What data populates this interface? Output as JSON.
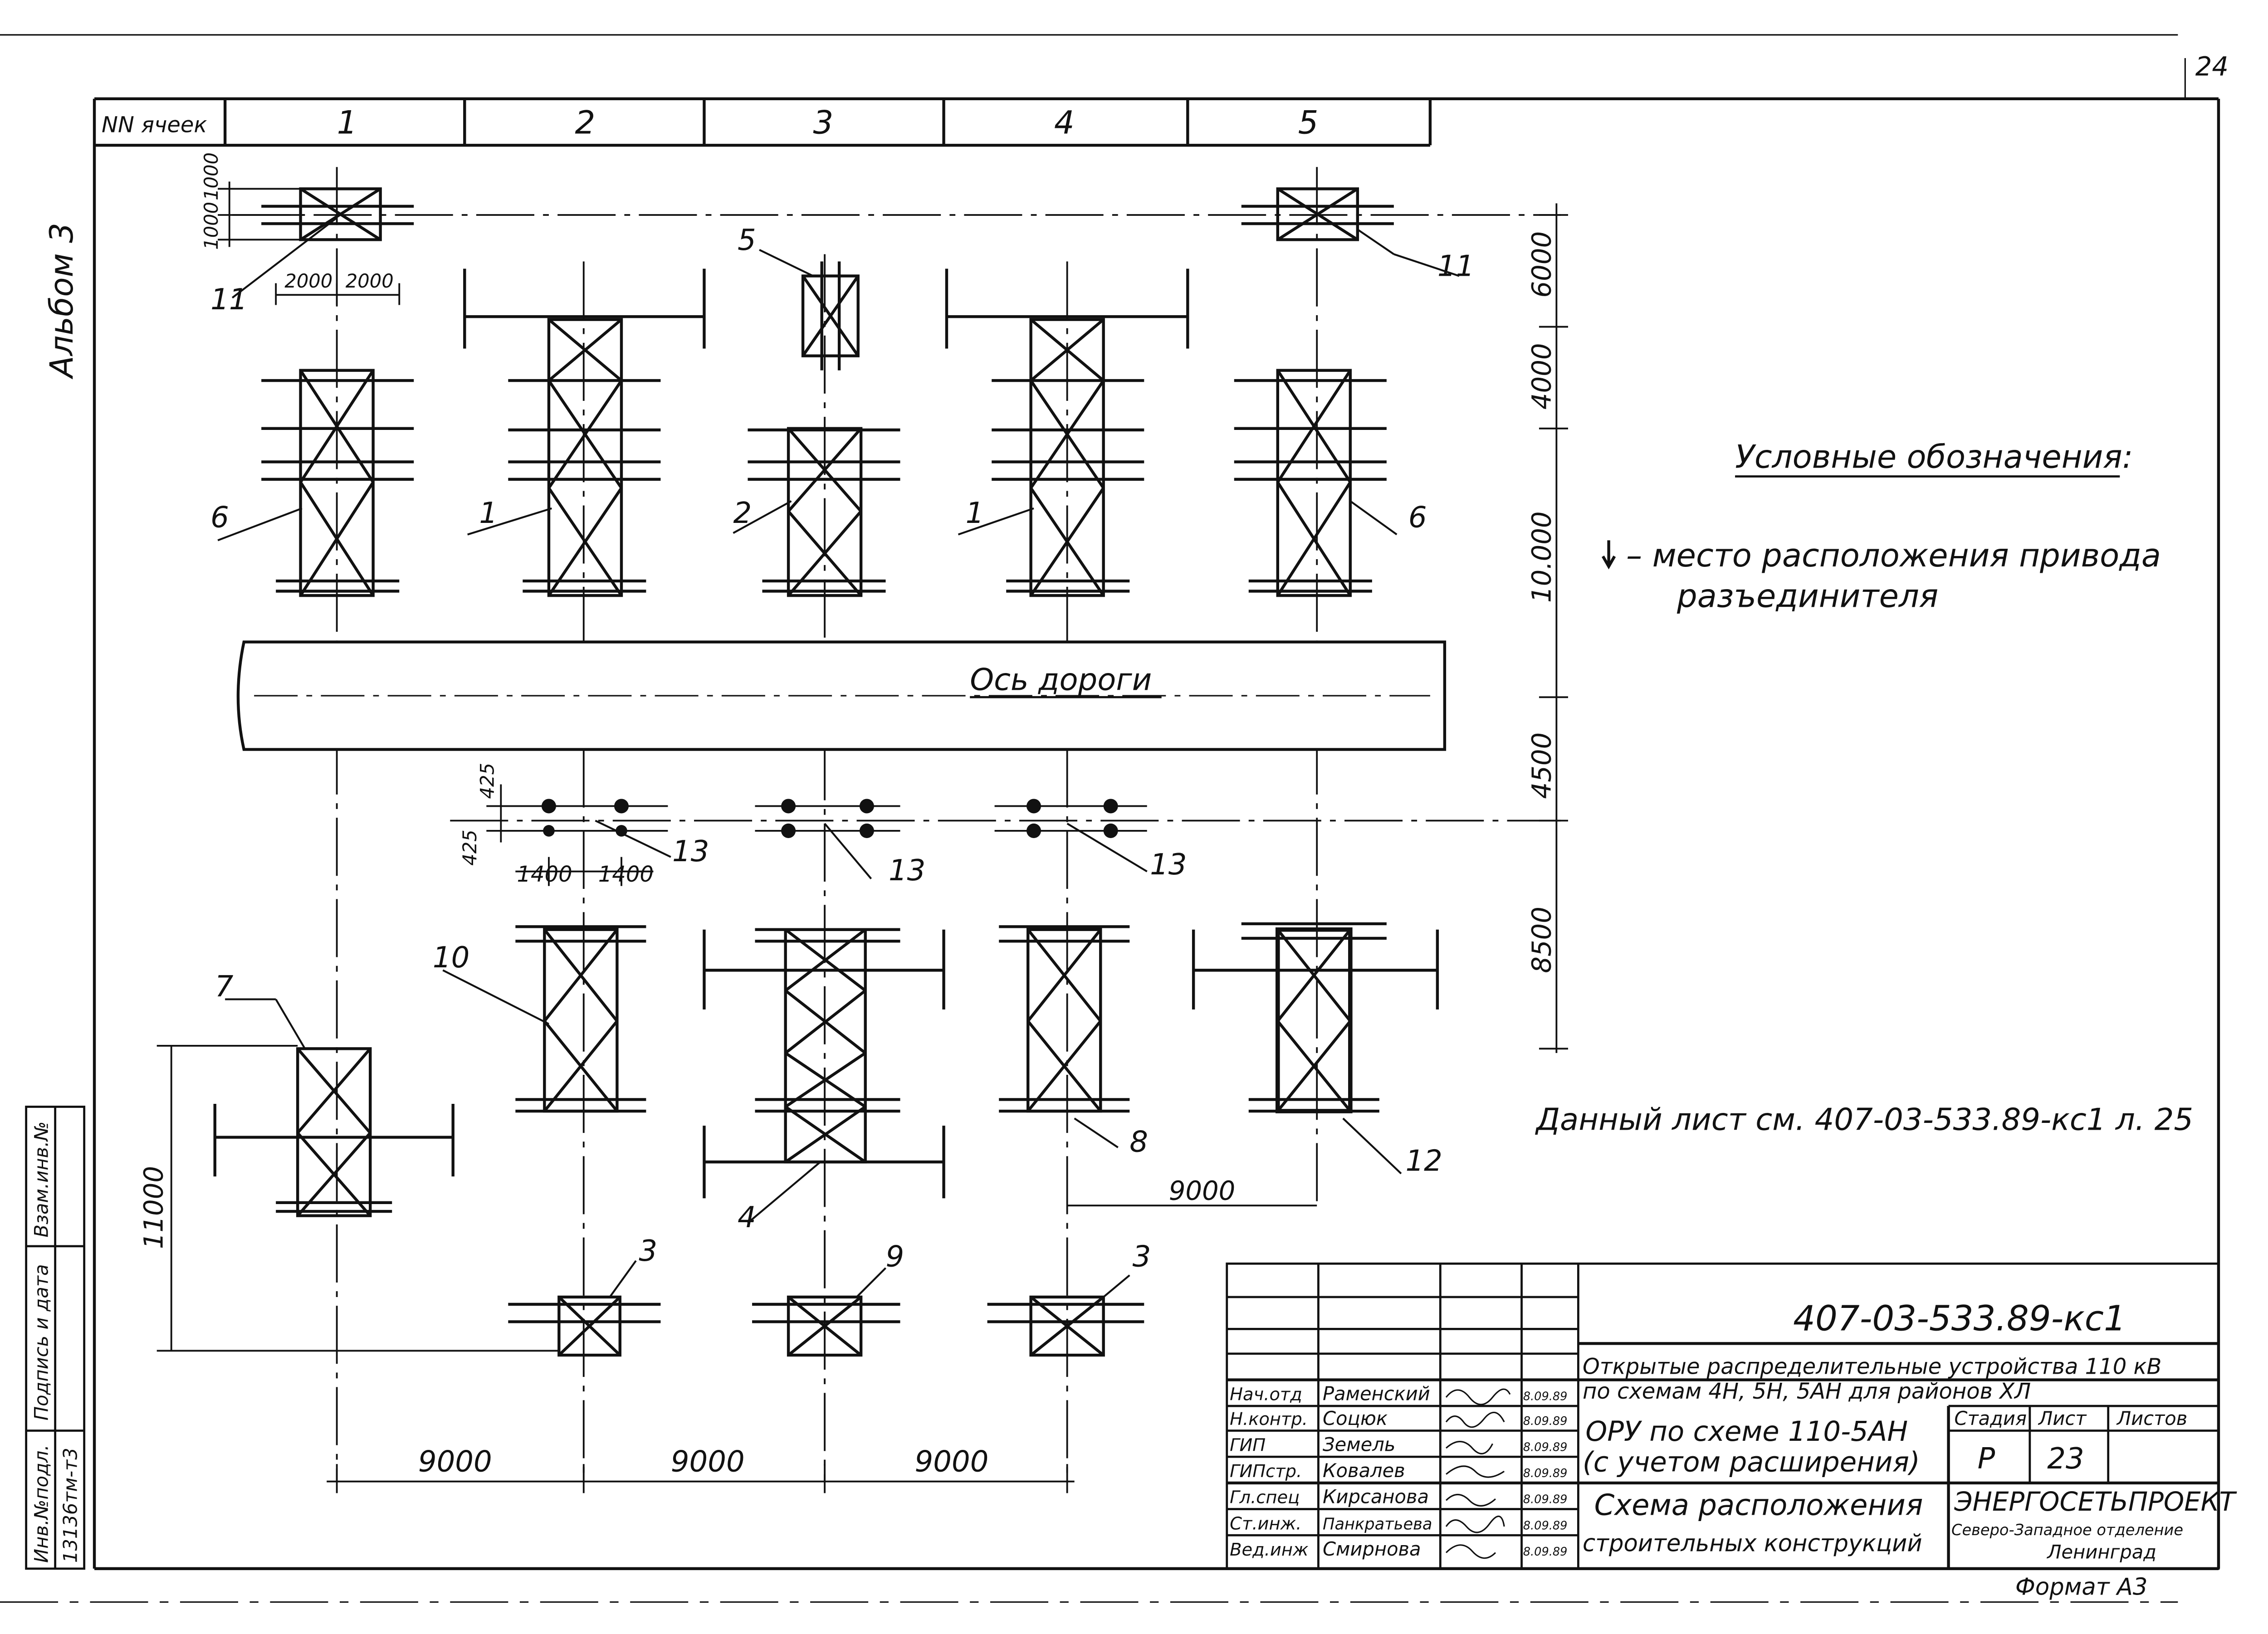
{
  "sheet_number": "24",
  "album_label": "Альбом 3",
  "cells_header": {
    "label": "NN ячеек",
    "cells": [
      "1",
      "2",
      "3",
      "4",
      "5"
    ]
  },
  "road_label": "Ось дороги",
  "legend": {
    "title": "Условные обозначения:",
    "line1": "– место расположения привода",
    "line2": "разъединителя"
  },
  "reference_note": "Данный лист см. 407-03-533.89-кс1 л. 25",
  "dimensions": {
    "d1000_top": "1000",
    "d1000_bottom": "1000",
    "d2000_left": "2000",
    "d2000_right": "2000",
    "d6000": "6000",
    "d4000": "4000",
    "d10000": "10.000",
    "d4500": "4500",
    "d8500": "8500",
    "d425_top": "425",
    "d425_bottom": "425",
    "d1400_left": "1400",
    "d1400_right": "1400",
    "d11000": "11000",
    "d9000_right": "9000",
    "d9000_bottom_1": "9000",
    "d9000_bottom_2": "9000",
    "d9000_bottom_3": "9000"
  },
  "callouts": {
    "c1a": "1",
    "c1b": "1",
    "c2": "2",
    "c3a": "3",
    "c3b": "3",
    "c4": "4",
    "c5": "5",
    "c6a": "6",
    "c6b": "6",
    "c7": "7",
    "c8": "8",
    "c9": "9",
    "c10": "10",
    "c11a": "11",
    "c11b": "11",
    "c12": "12",
    "c13a": "13",
    "c13b": "13",
    "c13c": "13"
  },
  "side_stamp": {
    "inv_label": "Инв.№подл.",
    "inv_value": "13136тм-т3",
    "sign_label": "Подпись и дата",
    "swap_label": "Взам.инв.№"
  },
  "title_block": {
    "code": "407-03-533.89-кс1",
    "project_line1": "Открытые распределительные устройства 110 кВ",
    "project_line2": "по схемам 4Н, 5Н, 5АН для районов ХЛ",
    "subtitle_line1": "ОРУ по схеме 110-5АН",
    "subtitle_line2": "(с учетом расширения)",
    "sheet_title_line1": "Схема расположения",
    "sheet_title_line2": "строительных конструкций",
    "stage_label": "Стадия",
    "sheet_label": "Лист",
    "sheets_label": "Листов",
    "stage_value": "Р",
    "sheet_value": "23",
    "org_name": "ЭНЕРГОСЕТЬПРОЕКТ",
    "org_branch": "Северо-Западное отделение",
    "org_city": "Ленинград",
    "format": "Формат А3",
    "staff": [
      {
        "role": "Нач.отд",
        "name": "Раменский",
        "date": "8.09.89"
      },
      {
        "role": "Н.контр.",
        "name": "Соцюк",
        "date": "8.09.89"
      },
      {
        "role": "ГИП",
        "name": "Земель",
        "date": "8.09.89"
      },
      {
        "role": "ГИПстр.",
        "name": "Ковалев",
        "date": "8.09.89"
      },
      {
        "role": "Гл.спец",
        "name": "Кирсанова",
        "date": "8.09.89"
      },
      {
        "role": "Ст.инж.",
        "name": "Панкратьева",
        "date": "8.09.89"
      },
      {
        "role": "Вед.инж",
        "name": "Смирнова",
        "date": "8.09.89"
      }
    ]
  }
}
